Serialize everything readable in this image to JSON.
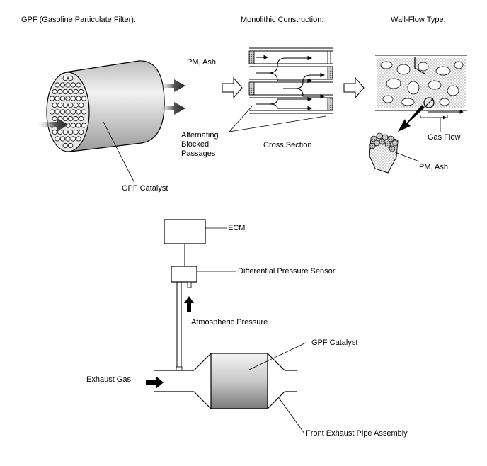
{
  "top": {
    "gpf_title": "GPF (Gasoline Particulate Filter):",
    "monolithic_title": "Monolithic Construction:",
    "wallflow_title": "Wall-Flow Type:",
    "pm_ash_left": "PM, Ash",
    "alternating": "Alternating\nBlocked\nPassages",
    "cross_section": "Cross Section",
    "gas_flow": "Gas Flow",
    "pm_ash_right": "PM, Ash",
    "gpf_catalyst": "GPF Catalyst"
  },
  "bottom": {
    "ecm": "ECM",
    "diff_sensor": "Differential Pressure Sensor",
    "atmospheric": "Atmospheric Pressure",
    "gpf_catalyst": "GPF Catalyst",
    "exhaust_gas": "Exhaust Gas",
    "front_pipe": "Front Exhaust Pipe Assembly"
  }
}
